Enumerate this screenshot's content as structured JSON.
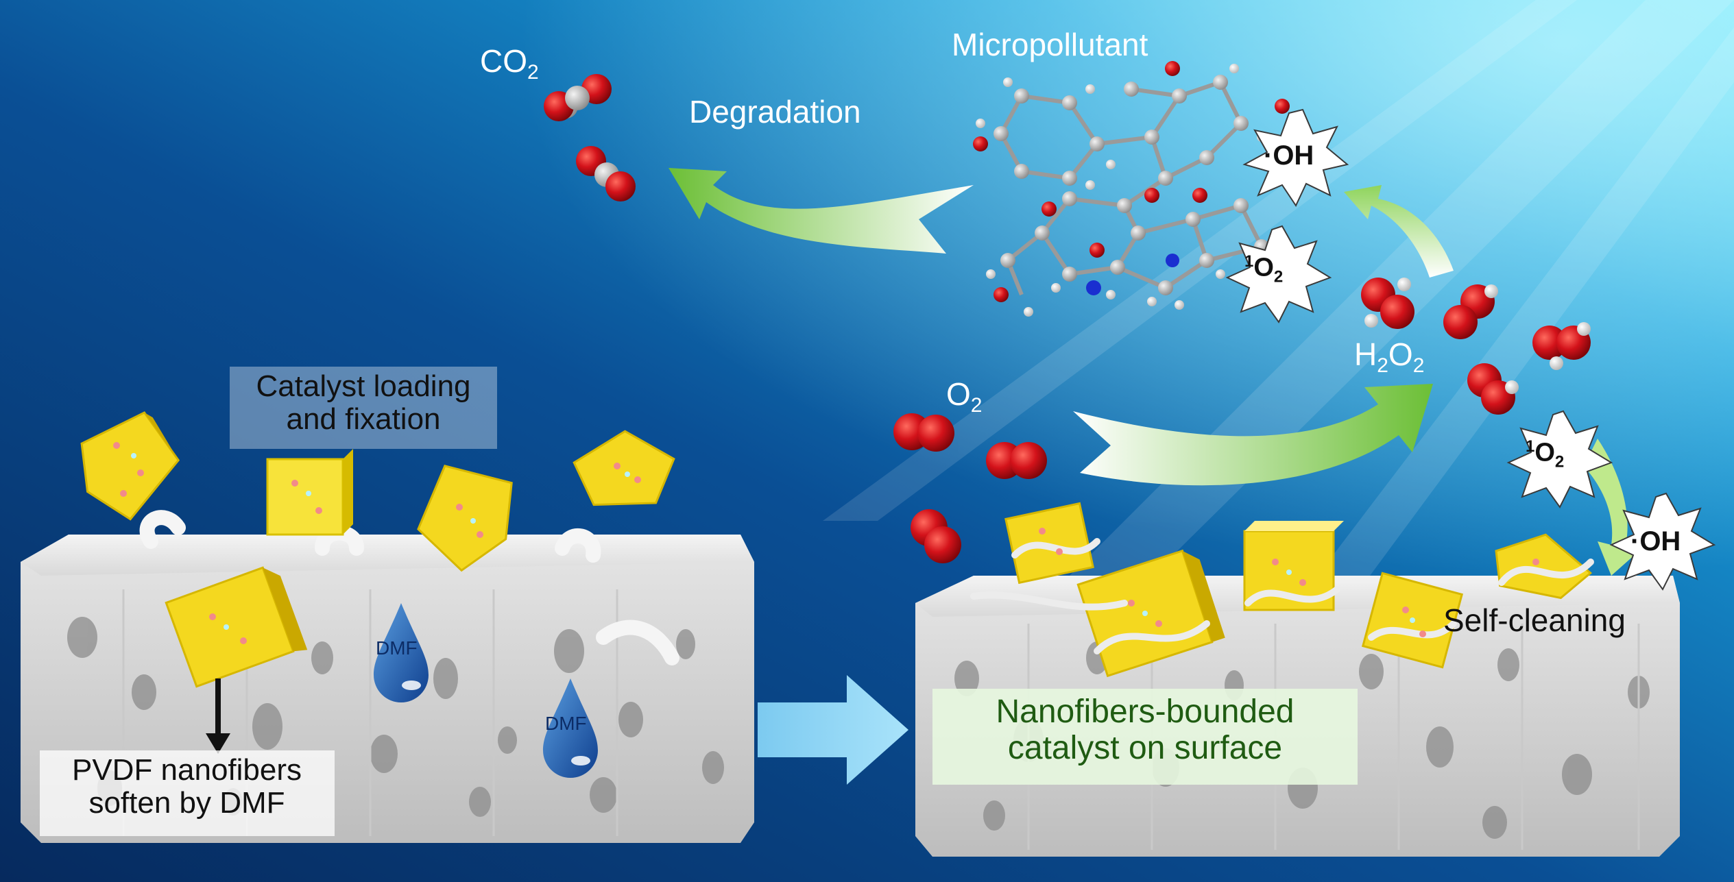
{
  "labels": {
    "micropollutant": "Micropollutant",
    "degradation": "Degradation",
    "co2": "CO",
    "co2_sub": "2",
    "o2": "O",
    "o2_sub": "2",
    "h2o2_h": "H",
    "h2o2_sub1": "2",
    "h2o2_o": "O",
    "h2o2_sub2": "2",
    "oh": "·OH",
    "singlet_sup": "1",
    "singlet_o": "O",
    "singlet_sub": "2",
    "catalyst_loading_line1": "Catalyst loading",
    "catalyst_loading_line2": "and fixation",
    "pvdf_line1": "PVDF nanofibers",
    "pvdf_line2": "soften by DMF",
    "dmf": "DMF",
    "nanofibers_line1": "Nanofibers-bounded",
    "nanofibers_line2": "catalyst on surface",
    "self_cleaning": "Self-cleaning"
  },
  "colors": {
    "background_dark": "#07356f",
    "background_light": "#3fd8f5",
    "membrane": "#e8e8e8",
    "catalyst": "#f2d62a",
    "oxygen_atom": "#d2161a",
    "carbon_atom": "#a8a8a8",
    "arrow_green": "#7bc43c",
    "process_arrow": "#8fd3f2"
  }
}
